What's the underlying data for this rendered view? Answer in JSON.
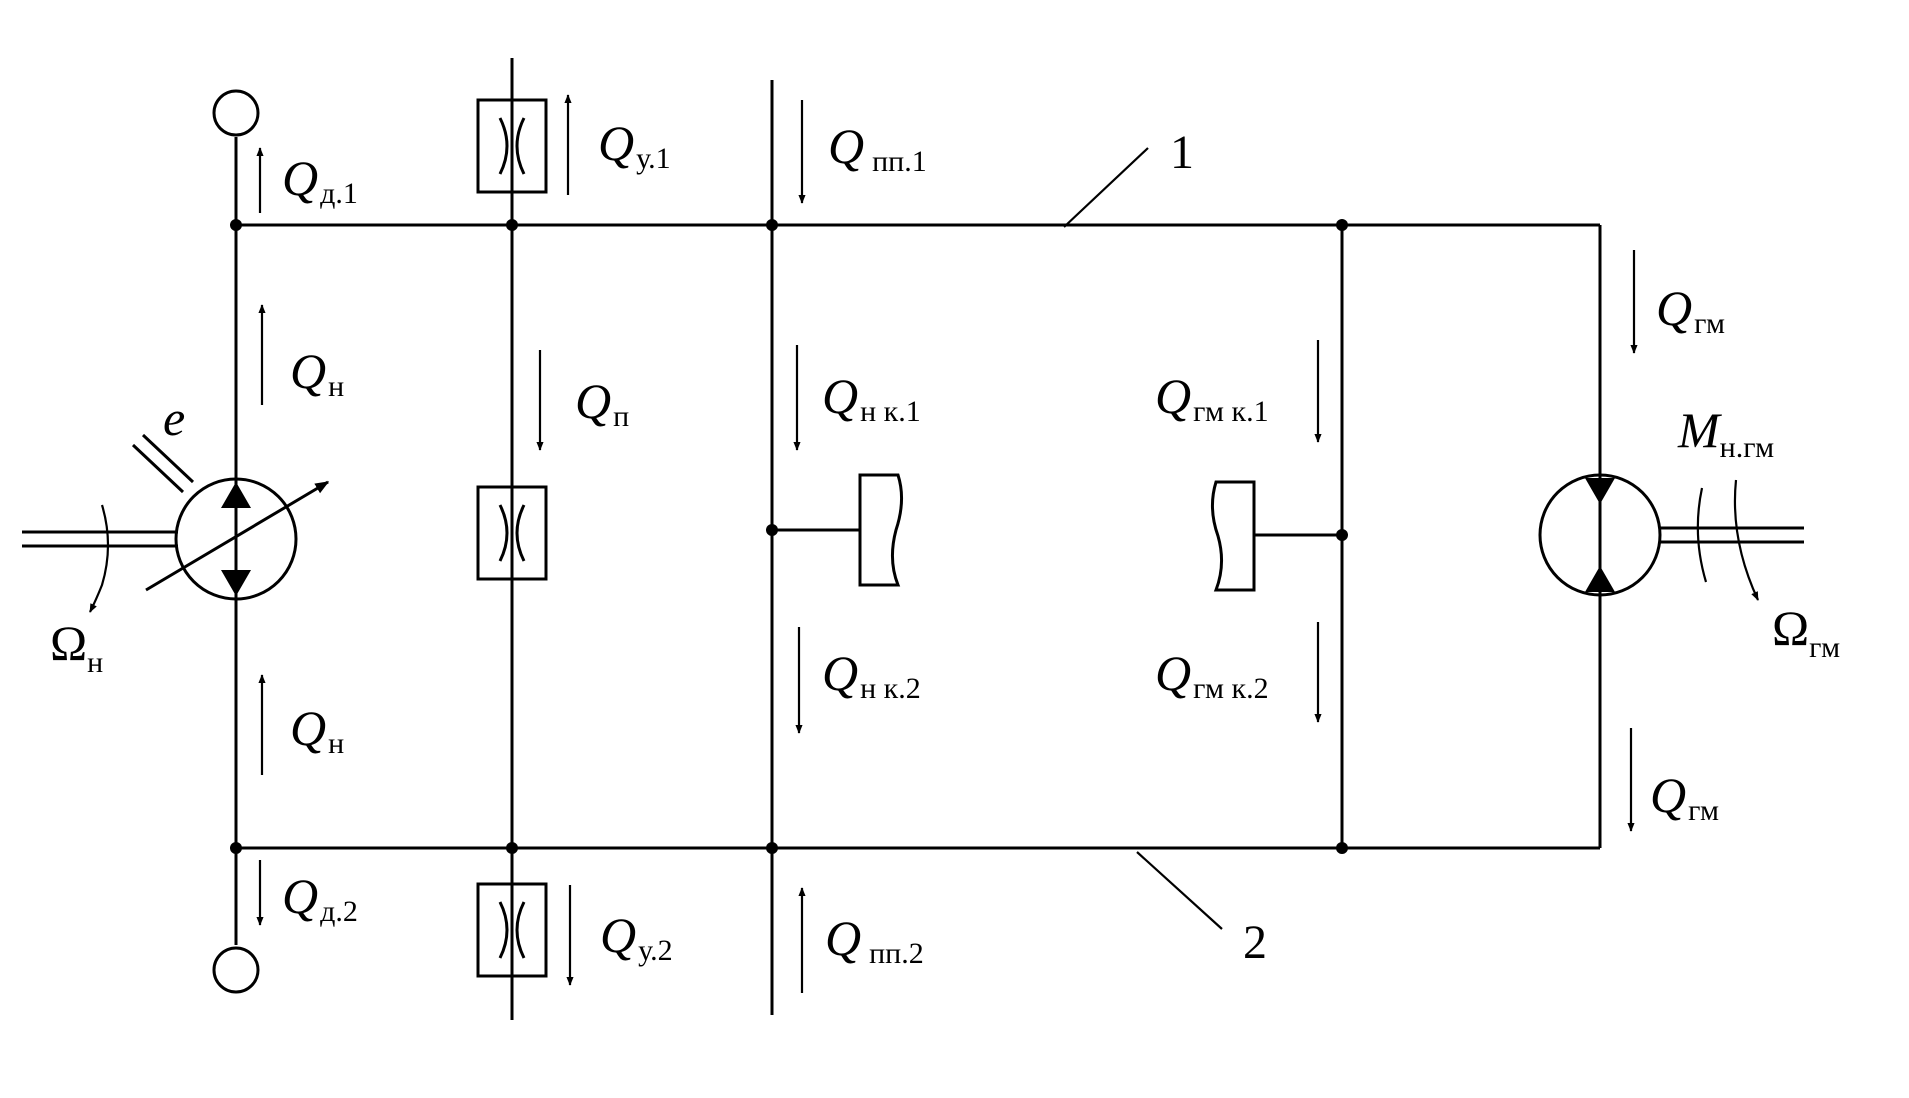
{
  "labels": {
    "q_d1": {
      "main": "Q",
      "sub": "д.1"
    },
    "q_n_up": {
      "main": "Q",
      "sub": "н"
    },
    "q_n_lo": {
      "main": "Q",
      "sub": "н"
    },
    "q_d2": {
      "main": "Q",
      "sub": "д.2"
    },
    "q_u1": {
      "main": "Q",
      "sub": "у.1"
    },
    "q_p": {
      "main": "Q",
      "sub": "п"
    },
    "q_u2": {
      "main": "Q",
      "sub": "у.2"
    },
    "q_pp1": {
      "main": "Q",
      "sub": "пп.1"
    },
    "q_nk1": {
      "main": "Q",
      "sub": "н к.1"
    },
    "q_nk2": {
      "main": "Q",
      "sub": "н к.2"
    },
    "q_pp2": {
      "main": "Q",
      "sub": "пп.2"
    },
    "q_gmk1": {
      "main": "Q",
      "sub": "гм к.1"
    },
    "q_gmk2": {
      "main": "Q",
      "sub": "гм к.2"
    },
    "q_gm_up": {
      "main": "Q",
      "sub": "гм"
    },
    "q_gm_lo": {
      "main": "Q",
      "sub": "гм"
    },
    "m_ngm": {
      "main": "M",
      "sub": "н.гм"
    },
    "omega_n": {
      "main": "Ω",
      "sub": "н"
    },
    "omega_gm": {
      "main": "Ω",
      "sub": "гм"
    },
    "e": "e",
    "line1": "1",
    "line2": "2"
  }
}
